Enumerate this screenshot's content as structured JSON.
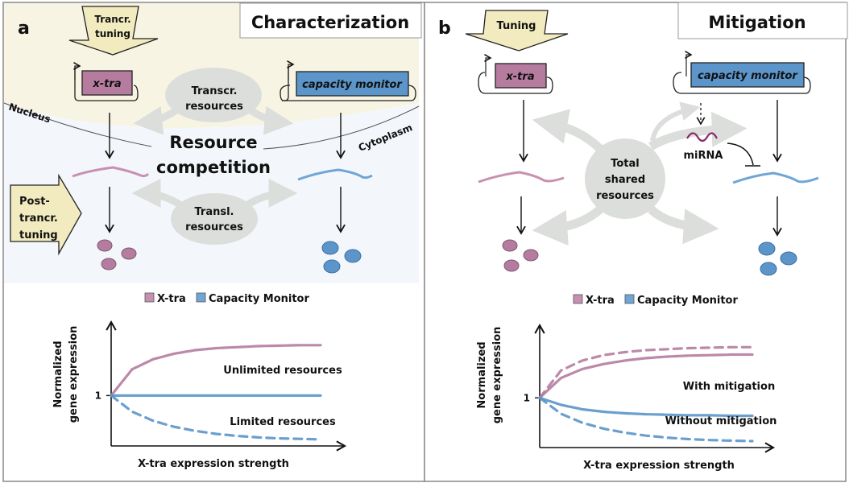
{
  "panel_a": {
    "letter": "a",
    "title": "Characterization",
    "transcr_tuning": [
      "Trancr.",
      "tuning"
    ],
    "post_tuning": [
      "Post-",
      "trancr.",
      "tuning"
    ],
    "gene_left": "x-tra",
    "gene_right": "capacity monitor",
    "nucleus_label": "Nucleus",
    "cytoplasm_label": "Cytoplasm",
    "transcr_resources": [
      "Transcr.",
      "resources"
    ],
    "transl_resources": [
      "Transl.",
      "resources"
    ],
    "center": [
      "Resource",
      "competition"
    ]
  },
  "panel_b": {
    "letter": "b",
    "title": "Mitigation",
    "tuning": "Tuning",
    "gene_left": "x-tra",
    "gene_right": "capacity monitor",
    "shared": [
      "Total",
      "shared",
      "resources"
    ],
    "mirna": "miRNA"
  },
  "colors": {
    "xtra": "#b57ca0",
    "monitor": "#5b95c9",
    "nucleus_bg": "#f7f4e3",
    "cytoplasm_bg": "#f3f7fb",
    "tuning_arrow": "#f2ebc0",
    "resource_gray": "#dcdedb"
  },
  "chart_data": [
    {
      "type": "line",
      "legend": [
        "X-tra",
        "Capacity Monitor"
      ],
      "legend_position": "top",
      "xlabel": "X-tra expression strength",
      "ylabel": [
        "Normalized",
        "gene expression"
      ],
      "yticks": [
        "1"
      ],
      "annotations": [
        "Unlimited resources",
        "Limited resources"
      ],
      "x": [
        0,
        0.1,
        0.2,
        0.3,
        0.4,
        0.5,
        0.6,
        0.7,
        0.8,
        0.9,
        1.0
      ],
      "series": [
        {
          "name": "X-tra",
          "style": "solid",
          "values": [
            1.0,
            1.52,
            1.72,
            1.83,
            1.9,
            1.94,
            1.96,
            1.98,
            1.99,
            2.0,
            2.0
          ]
        },
        {
          "name": "Capacity Monitor (unlimited resources)",
          "style": "solid",
          "values": [
            1,
            1,
            1,
            1,
            1,
            1,
            1,
            1,
            1,
            1,
            1
          ]
        },
        {
          "name": "Capacity Monitor (limited resources)",
          "style": "dashed",
          "values": [
            1.0,
            0.68,
            0.5,
            0.38,
            0.3,
            0.24,
            0.2,
            0.17,
            0.15,
            0.14,
            0.13
          ]
        }
      ],
      "ylim": [
        0,
        2.3
      ]
    },
    {
      "type": "line",
      "legend": [
        "X-tra",
        "Capacity Monitor"
      ],
      "legend_position": "top",
      "xlabel": "X-tra expression strength",
      "ylabel": [
        "Normalized",
        "gene expression"
      ],
      "yticks": [
        "1"
      ],
      "annotations": [
        "With mitigation",
        "Without mitigation"
      ],
      "x": [
        0,
        0.1,
        0.2,
        0.3,
        0.4,
        0.5,
        0.6,
        0.7,
        0.8,
        0.9,
        1.0
      ],
      "series": [
        {
          "name": "X-tra (without mitigation)",
          "style": "dashed",
          "values": [
            1.0,
            1.55,
            1.75,
            1.86,
            1.92,
            1.96,
            1.98,
            2.0,
            2.01,
            2.02,
            2.02
          ]
        },
        {
          "name": "X-tra (with mitigation)",
          "style": "solid",
          "values": [
            1.0,
            1.4,
            1.58,
            1.68,
            1.75,
            1.8,
            1.83,
            1.85,
            1.86,
            1.87,
            1.87
          ]
        },
        {
          "name": "Capacity Monitor (with mitigation)",
          "style": "solid",
          "values": [
            1.0,
            0.86,
            0.77,
            0.72,
            0.69,
            0.67,
            0.66,
            0.65,
            0.65,
            0.64,
            0.64
          ]
        },
        {
          "name": "Capacity Monitor (without mitigation)",
          "style": "dashed",
          "values": [
            1.0,
            0.68,
            0.5,
            0.38,
            0.3,
            0.24,
            0.2,
            0.17,
            0.15,
            0.14,
            0.13
          ]
        }
      ],
      "ylim": [
        0,
        2.3
      ]
    }
  ]
}
